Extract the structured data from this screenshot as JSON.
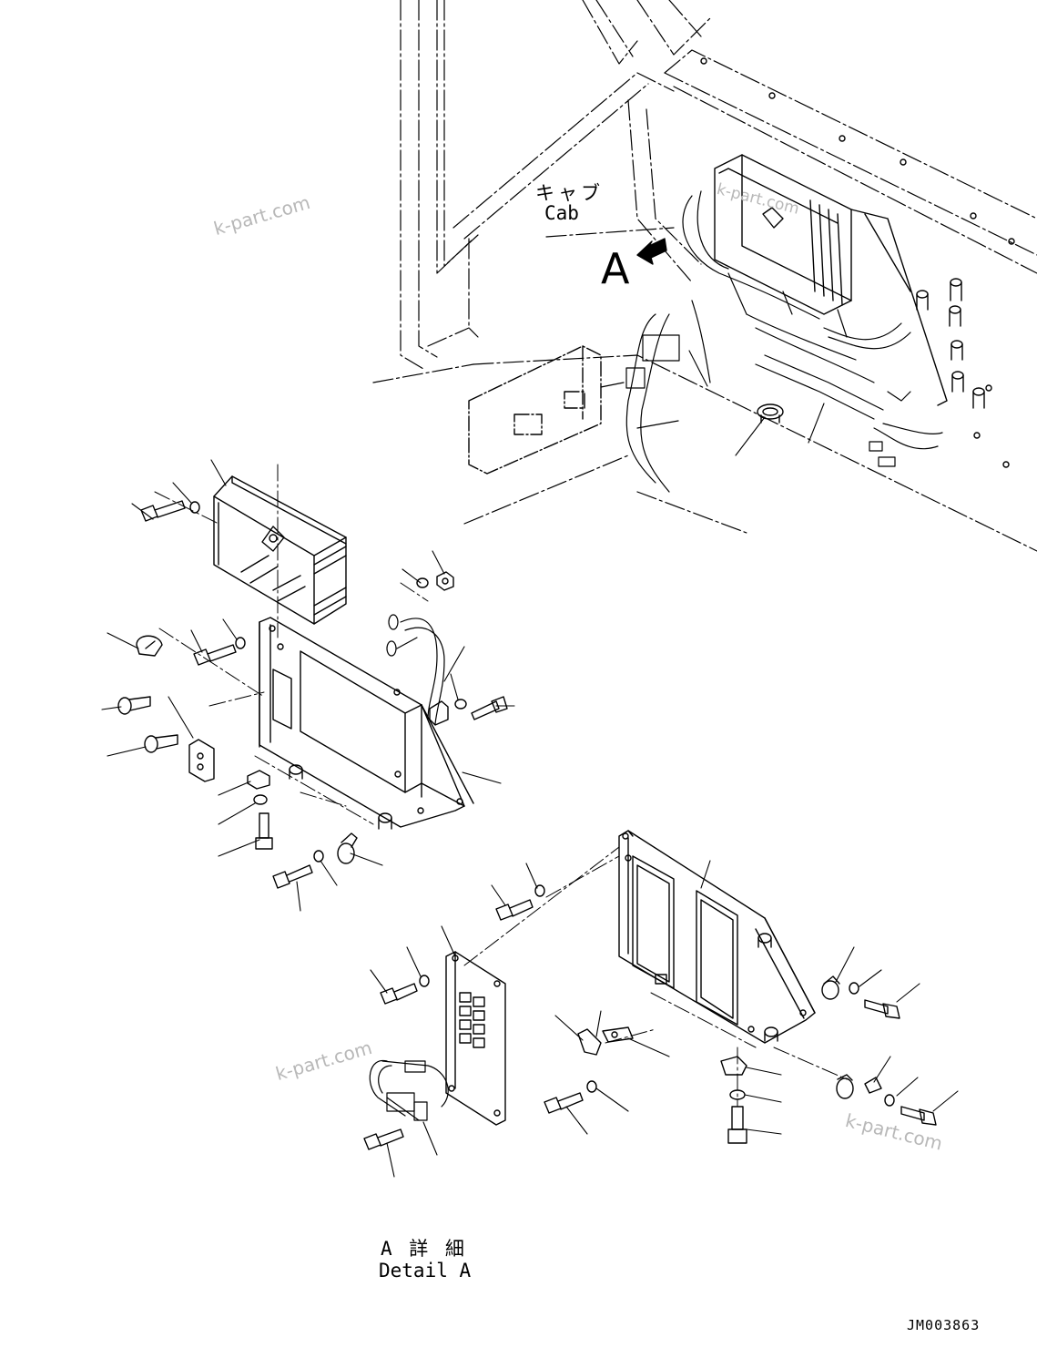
{
  "labels": {
    "cab_jp": "キャブ",
    "cab_en": "Cab",
    "view_letter": "A",
    "detail_jp": "A 詳 細",
    "detail_en": "Detail A",
    "drawing_number": "JM003863"
  },
  "watermarks": [
    "k-part.com",
    "k-part.com",
    "k-part.com",
    "k-part.com"
  ],
  "colors": {
    "line": "#000000",
    "watermark": "#b8b8b8",
    "background": "#ffffff"
  }
}
